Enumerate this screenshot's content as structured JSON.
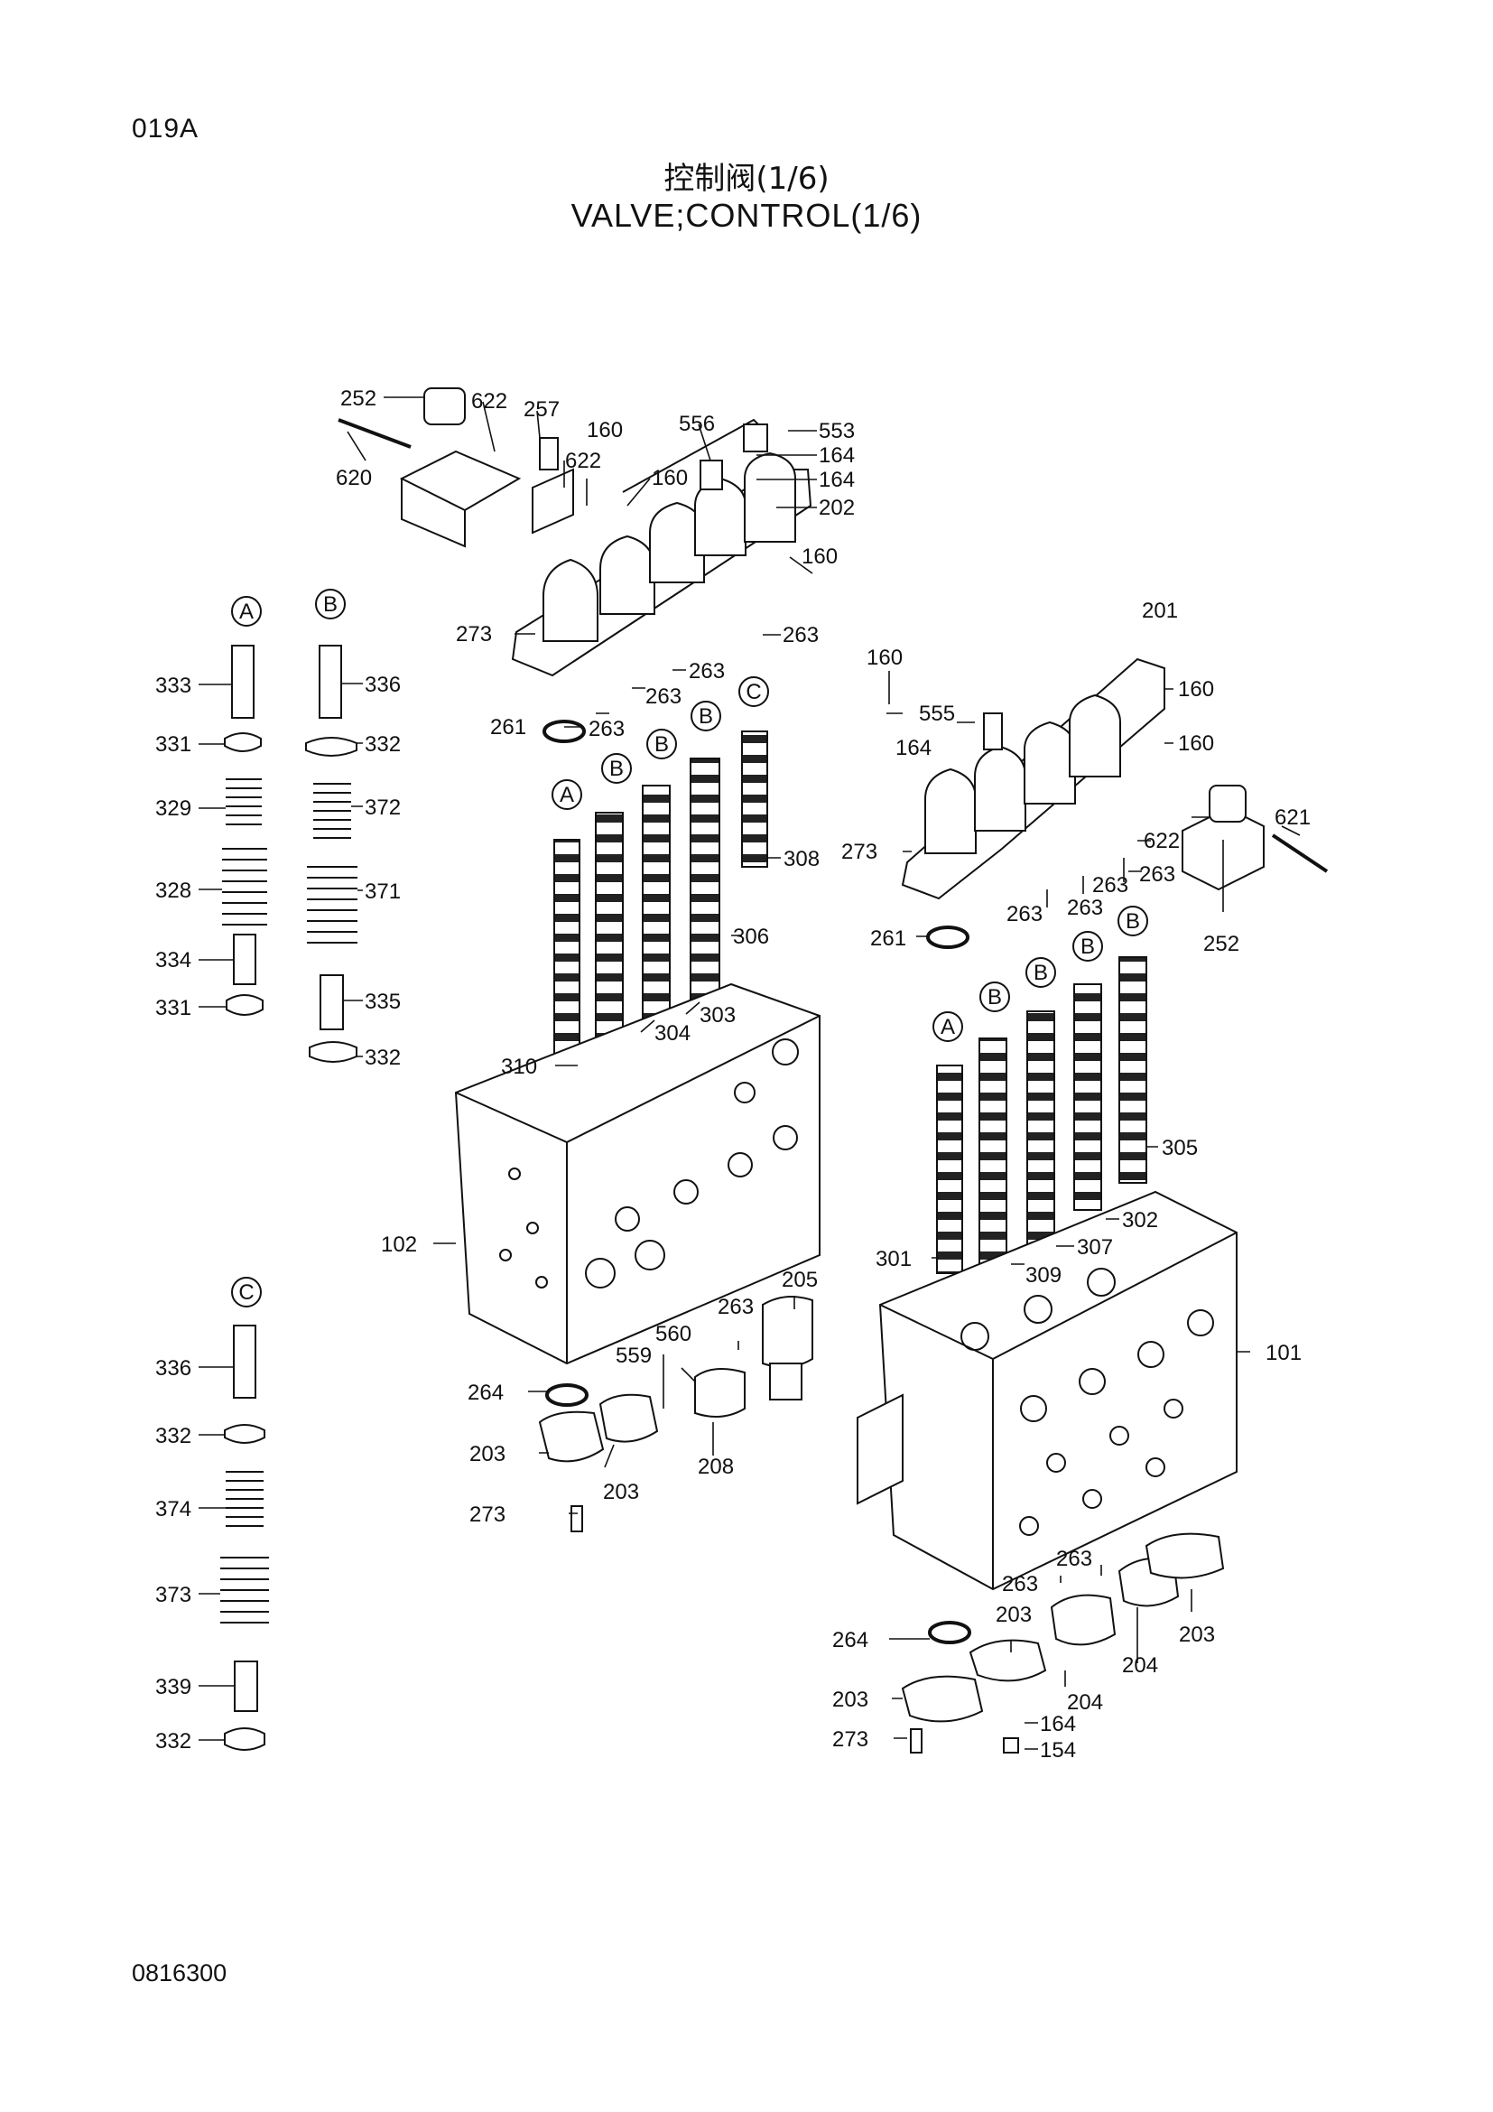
{
  "header": {
    "sheet_code": "019A",
    "title_cn": "控制阀(1/6)",
    "title_en": "VALVE;CONTROL(1/6)"
  },
  "footer": {
    "drawing_number": "0816300"
  },
  "markers": [
    "A",
    "B",
    "C"
  ],
  "parts": {
    "p101": "101",
    "p102": "102",
    "p154": "154",
    "p160": "160",
    "p164": "164",
    "p201": "201",
    "p202": "202",
    "p203": "203",
    "p204": "204",
    "p205": "205",
    "p208": "208",
    "p252": "252",
    "p257": "257",
    "p261": "261",
    "p263": "263",
    "p264": "264",
    "p273": "273",
    "p301": "301",
    "p302": "302",
    "p303": "303",
    "p304": "304",
    "p305": "305",
    "p306": "306",
    "p307": "307",
    "p308": "308",
    "p309": "309",
    "p310": "310",
    "p328": "328",
    "p329": "329",
    "p331": "331",
    "p332": "332",
    "p333": "333",
    "p334": "334",
    "p335": "335",
    "p336": "336",
    "p339": "339",
    "p371": "371",
    "p372": "372",
    "p373": "373",
    "p374": "374",
    "p553": "553",
    "p555": "555",
    "p556": "556",
    "p559": "559",
    "p560": "560",
    "p620": "620",
    "p621": "621",
    "p622": "622"
  }
}
